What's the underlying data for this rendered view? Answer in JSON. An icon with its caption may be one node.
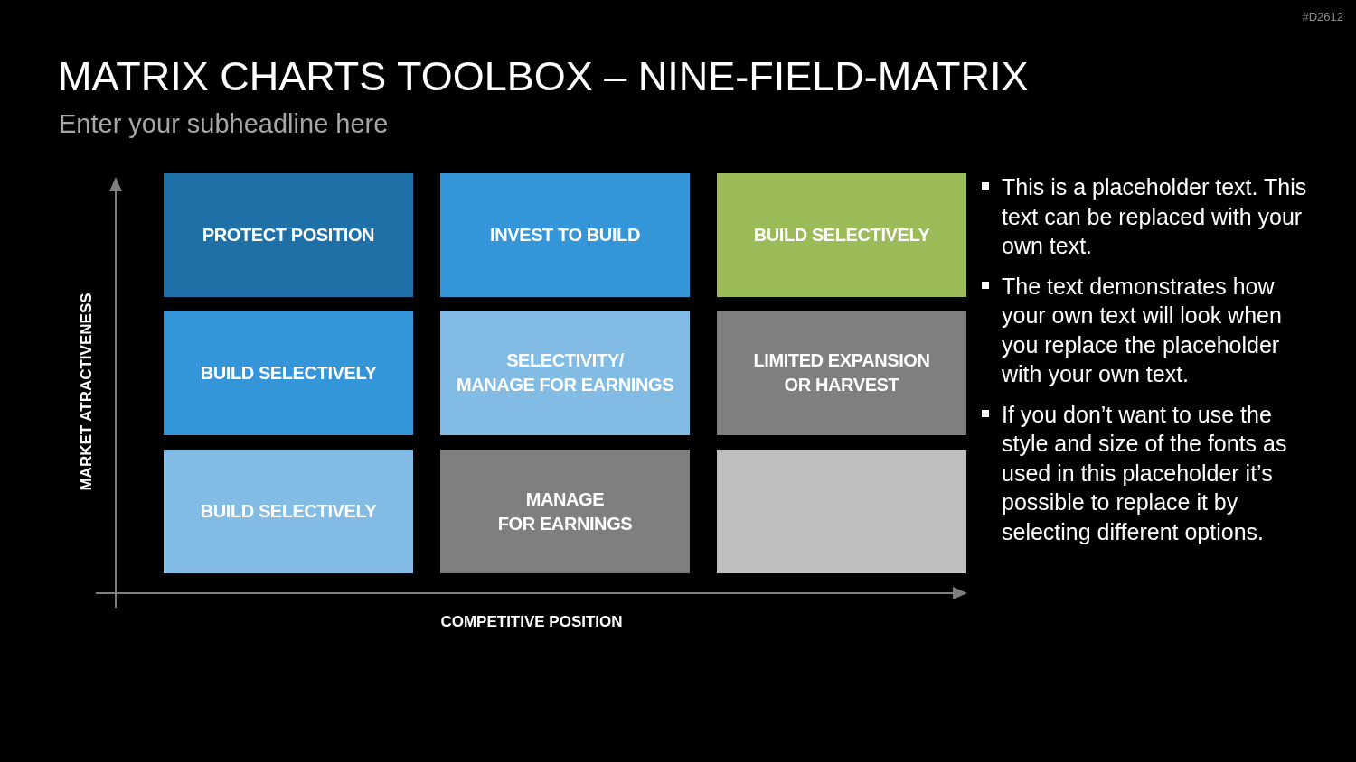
{
  "diagram": {
    "title": "MATRIX CHARTS TOOLBOX – NINE-FIELD-MATRIX",
    "nodes": [
      {
        "text": [
          "PROTECT POSITION"
        ]
      },
      {
        "text": [
          "INVEST TO BUILD"
        ]
      },
      {
        "text": [
          "BUILD SELECTIVELY"
        ]
      },
      {
        "text": [
          "BUILD SELECTIVELY"
        ]
      },
      {
        "text": [
          "SELECTIVITY/ MANAGE FOR EARNINGS"
        ]
      },
      {
        "text": [
          "LIMITED EXPANSION OR HARVEST"
        ]
      },
      {
        "text": [
          "BUILD SELECTIVELY"
        ]
      },
      {
        "text": [
          "MANAGE FOR EARNINGS"
        ]
      },
      {
        "text": [],
        "shape": "box"
      }
    ],
    "labels": [
      "#D2612",
      "Enter your subheadline here",
      "MARKET ATRACTIVENESS",
      "COMPETITIVE POSITION",
      "This is a placeholder text. This text can be replaced with your own text.",
      "The text demonstrates how your own text will look when you replace the placeholder with your own text.",
      "If you don’t want to use the style and size of the fonts as used in this placeholder it’s possible to replace it by selecting different options."
    ]
  }
}
